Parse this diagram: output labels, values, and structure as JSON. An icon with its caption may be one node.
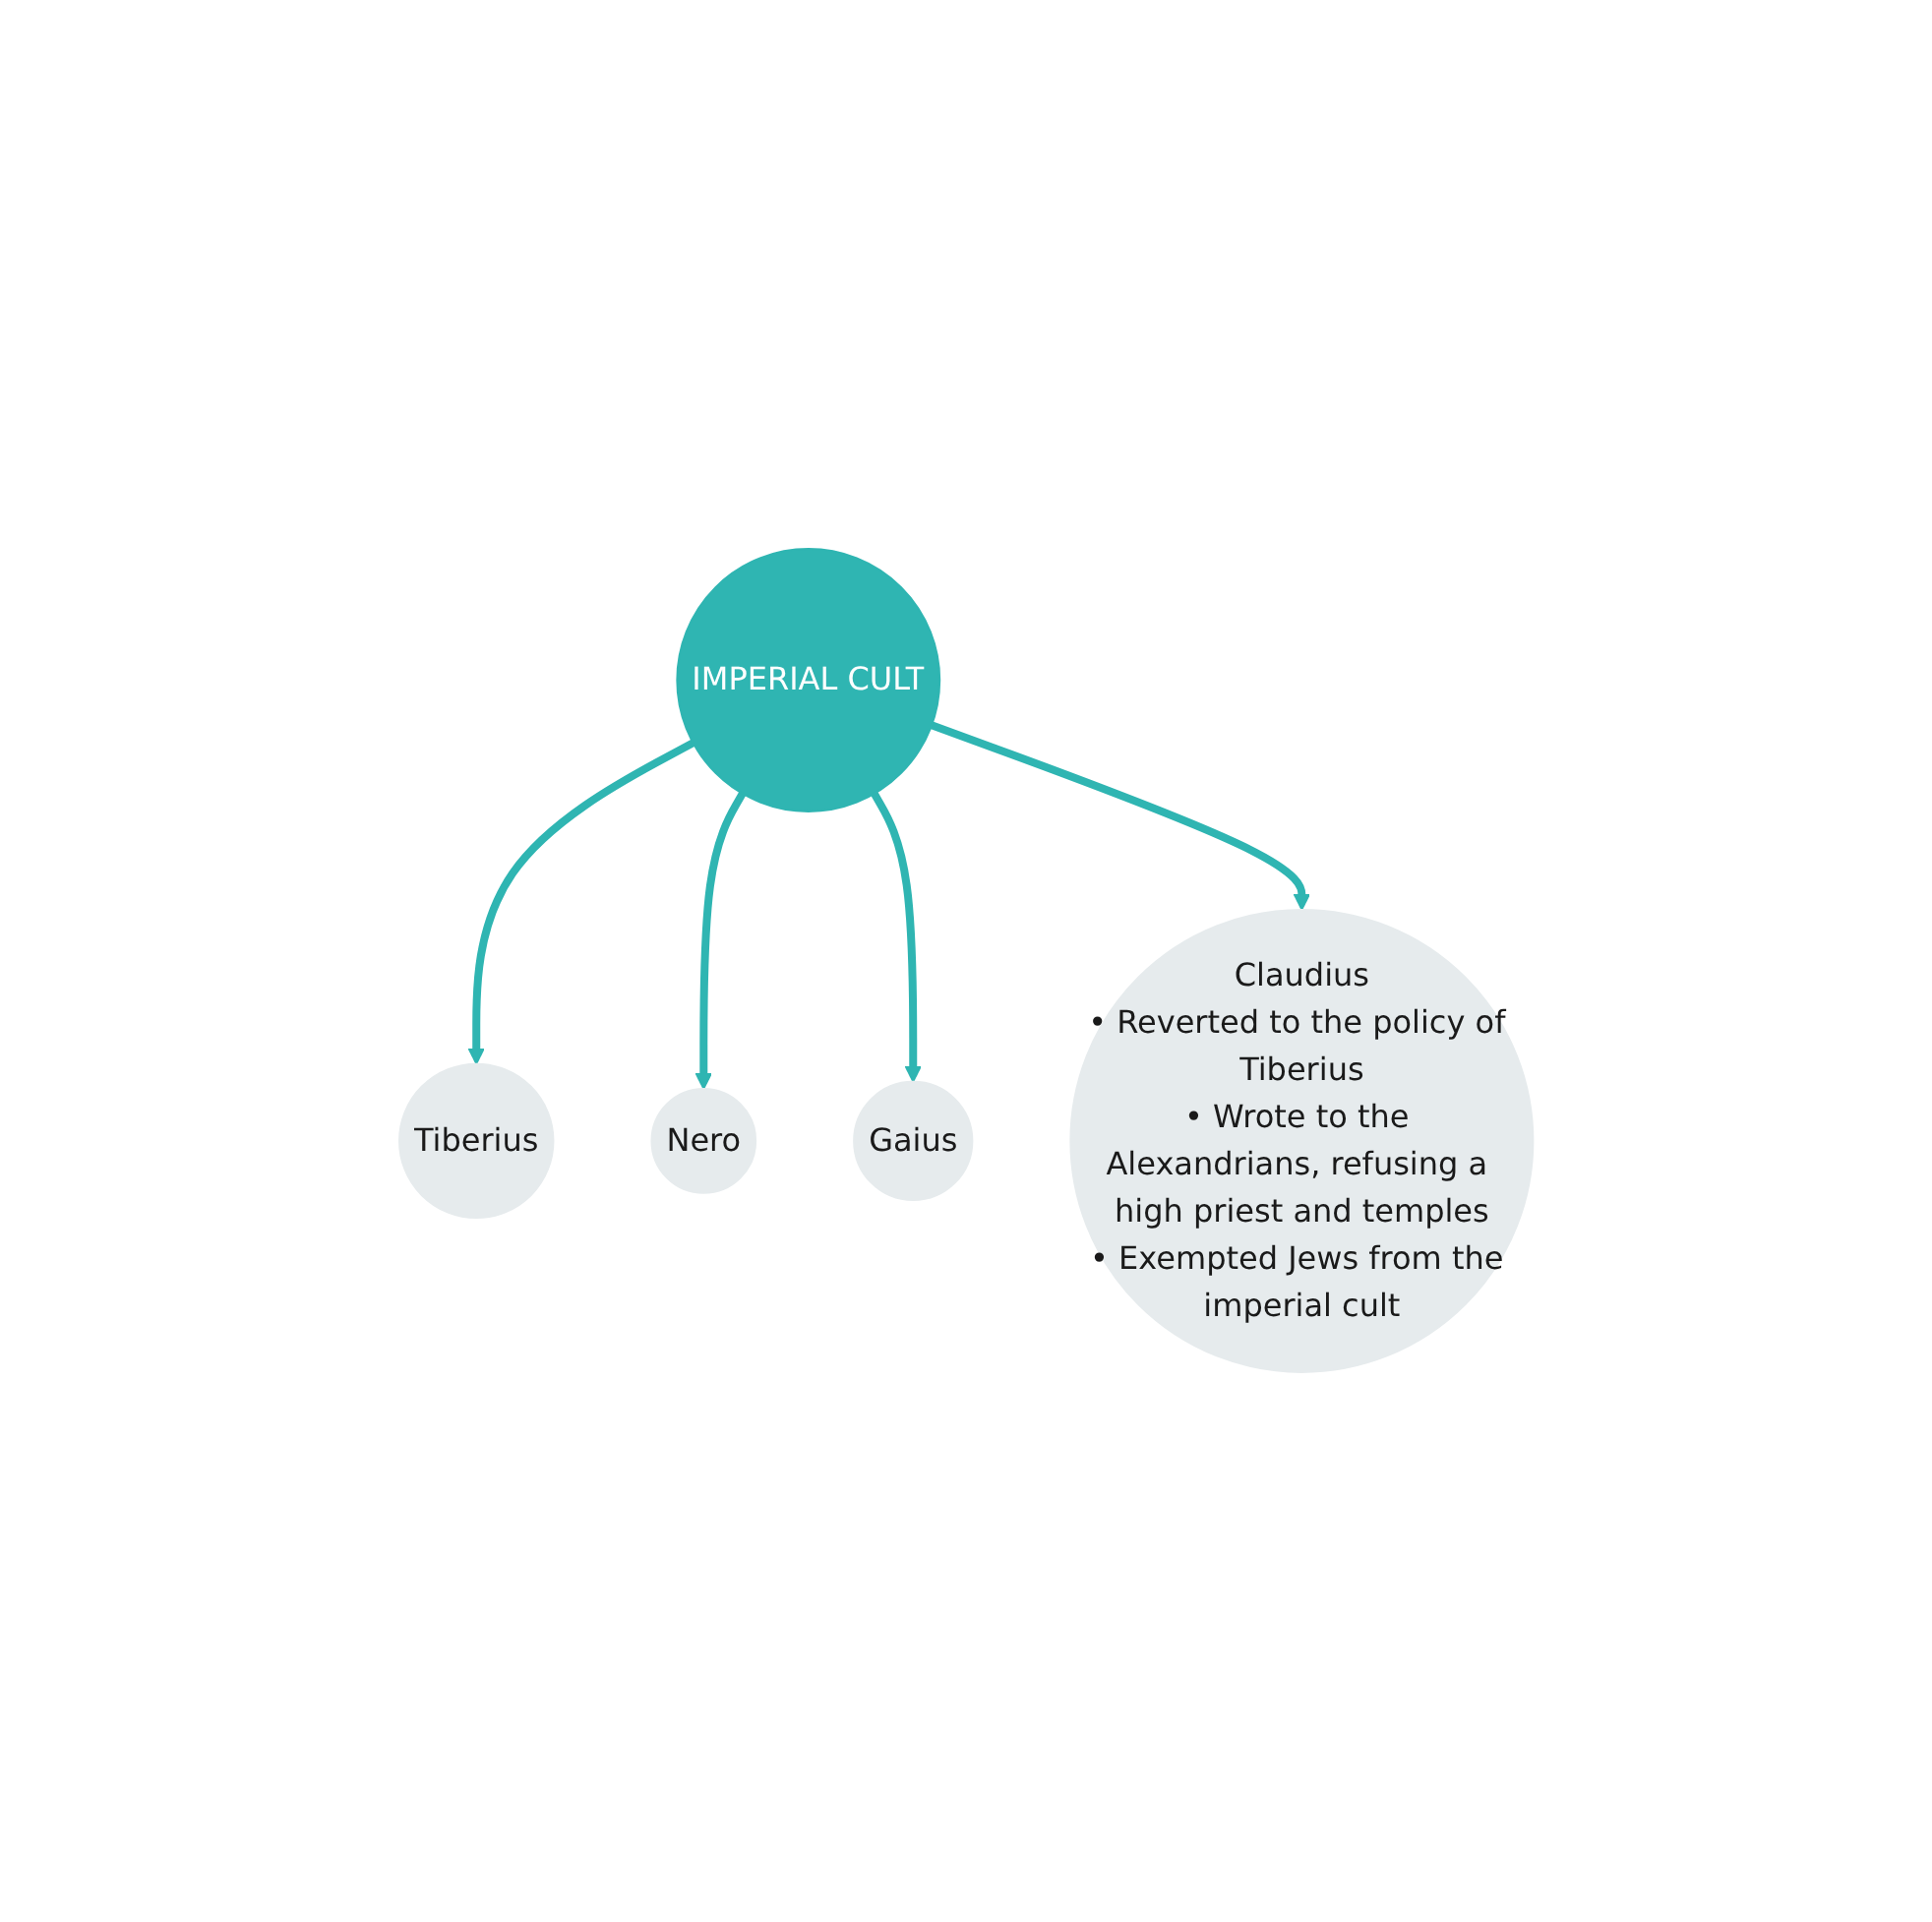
{
  "diagram": {
    "nodes": [
      {
        "text": [
          "Tiberius"
        ]
      },
      {
        "text": [
          "Nero"
        ]
      },
      {
        "text": [
          "IMPERIAL CULT"
        ]
      },
      {
        "text": [
          "Gaius"
        ]
      },
      {
        "text": [
          "Claudius",
          "• Reverted to the policy of Tiberius",
          "• Wrote to the Alexandrians, refusing a high priest and temples",
          "• Exempted Jews from the imperial cult"
        ]
      }
    ],
    "edges": [
      {
        "from": 2,
        "to": 0,
        "arrow": "to"
      },
      {
        "from": 2,
        "to": 1,
        "arrow": "to"
      },
      {
        "from": 2,
        "to": 3,
        "arrow": "to"
      },
      {
        "from": 2,
        "to": 4,
        "arrow": "to"
      }
    ]
  }
}
